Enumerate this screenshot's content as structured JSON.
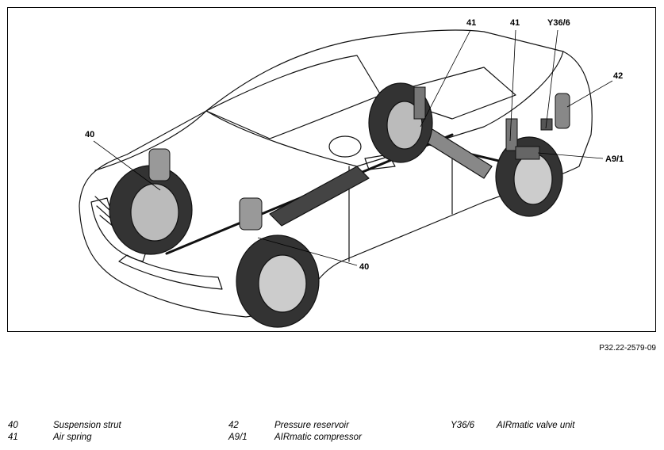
{
  "figure": {
    "reference": "P32.22-2579-09",
    "callouts": [
      {
        "id": "c40a",
        "text": "40"
      },
      {
        "id": "c40b",
        "text": "40"
      },
      {
        "id": "c41a",
        "text": "41"
      },
      {
        "id": "c41b",
        "text": "41"
      },
      {
        "id": "cy36",
        "text": "Y36/6"
      },
      {
        "id": "c42",
        "text": "42"
      },
      {
        "id": "ca91",
        "text": "A9/1"
      }
    ]
  },
  "legend": [
    {
      "code": "40",
      "label": "Suspension strut"
    },
    {
      "code": "41",
      "label": "Air spring"
    },
    {
      "code": "42",
      "label": "Pressure reservoir"
    },
    {
      "code": "A9/1",
      "label": "AIRmatic compressor"
    },
    {
      "code": "Y36/6",
      "label": "AIRmatic valve unit"
    }
  ]
}
